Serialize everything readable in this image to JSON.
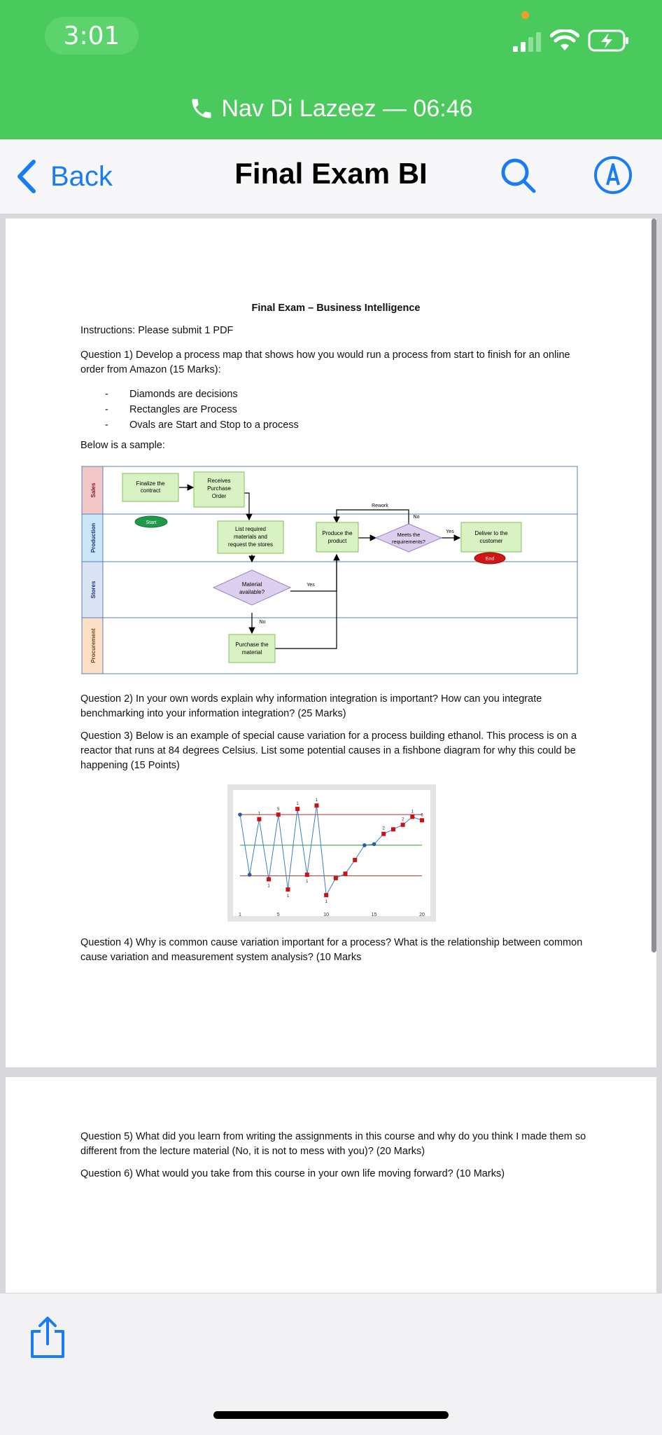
{
  "status_bar": {
    "time": "3:01"
  },
  "call_banner": {
    "text": "Nav Di Lazeez — 06:46"
  },
  "nav": {
    "back_label": "Back",
    "title": "Final Exam BI"
  },
  "colors": {
    "status_green": "#4ac95d",
    "accent_blue": "#1a7cf5"
  },
  "document": {
    "title": "Final Exam – Business Intelligence",
    "instructions": "Instructions: Please submit 1 PDF",
    "q1": "Question 1) Develop a process map that shows how you would run a process from start to finish for an online order from Amazon (15 Marks):",
    "bullets": [
      "Diamonds are decisions",
      "Rectangles are Process",
      "Ovals are Start and Stop to a process"
    ],
    "sample_label": "Below is a sample:",
    "flowchart": {
      "lanes": [
        "Sales",
        "Production",
        "Stores",
        "Procurement"
      ],
      "nodes": {
        "finalize": [
          "Finalize the",
          "contract"
        ],
        "receives": [
          "Receives",
          "Purchase",
          "Order"
        ],
        "start": "Start",
        "list_materials": [
          "List required",
          "materials and",
          "request the stores"
        ],
        "produce": [
          "Produce the",
          "product"
        ],
        "meets": [
          "Meets the",
          "requirements?"
        ],
        "deliver": [
          "Deliver to the",
          "customer"
        ],
        "end": "End",
        "material_available": [
          "Material",
          "available?"
        ],
        "purchase_material": [
          "Purchase the",
          "material"
        ]
      },
      "edge_labels": {
        "rework": "Rework",
        "no_top": "No",
        "yes_right": "Yes",
        "yes_stores": "Yes",
        "no_stores": "No"
      }
    },
    "q2": "Question 2) In your own words explain why information integration is important? How can you integrate benchmarking into your information integration? (25 Marks)",
    "q3": "Question 3) Below is an example of special cause variation for a process building ethanol. This process is on a reactor that runs at 84 degrees Celsius. List some potential causes in a fishbone diagram for why this could be happening (15 Points)",
    "q4": "Question 4) Why is common cause variation important for a process? What is the relationship between common cause variation and measurement system analysis? (10 Marks",
    "q5": "Question 5) What did you learn from writing the assignments in this course and why do you think I made them so different from the lecture material (No, it is not to mess with you)? (20 Marks)",
    "q6": "Question 6) What would you take from this course in your own life moving forward? (10 Marks)"
  },
  "chart_data": {
    "type": "line",
    "x_ticks": [
      "1",
      "5",
      "10",
      "15",
      "20"
    ],
    "xlim": [
      1,
      20
    ],
    "ylim": [
      0,
      10
    ],
    "control_limits": {
      "ucl": 8.2,
      "center": 5.5,
      "lcl": 2.8
    },
    "x": [
      1,
      2,
      3,
      4,
      5,
      6,
      7,
      8,
      9,
      10,
      11,
      12,
      13,
      14,
      15,
      16,
      17,
      18,
      19,
      20
    ],
    "values": [
      8.2,
      2.9,
      7.8,
      2.5,
      8.2,
      1.6,
      8.7,
      2.9,
      9.0,
      1.1,
      2.6,
      3.0,
      4.2,
      5.5,
      5.6,
      6.5,
      6.9,
      7.3,
      8.0,
      7.7
    ],
    "out_of_control": [
      false,
      false,
      true,
      true,
      true,
      true,
      true,
      true,
      true,
      true,
      true,
      true,
      true,
      false,
      false,
      true,
      true,
      true,
      true,
      true
    ],
    "point_labels": [
      "",
      "",
      "1",
      "1",
      "5",
      "1",
      "1",
      "1",
      "1",
      "1",
      "",
      "",
      "",
      "",
      "",
      "2",
      "",
      "2",
      "1",
      "6"
    ]
  }
}
